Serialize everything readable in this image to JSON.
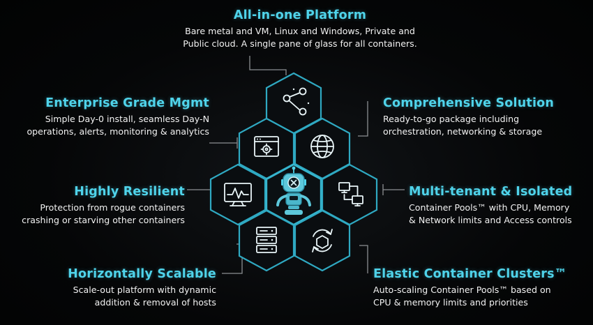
{
  "colors": {
    "accent": "#4fd3ea",
    "hex_stroke": "#2fa9c2",
    "background": "#050607",
    "text": "#f2f2f2"
  },
  "features": {
    "all_in_one": {
      "title": "All-in-one Platform",
      "desc_line1": "Bare metal and VM, Linux and Windows, Private and",
      "desc_line2": "Public cloud. A single pane of glass for all containers.",
      "icon": "share-nodes-icon"
    },
    "enterprise": {
      "title": "Enterprise Grade Mgmt",
      "desc_line1": "Simple Day-0 install, seamless Day-N",
      "desc_line2": "operations, alerts, monitoring & analytics",
      "icon": "settings-window-icon"
    },
    "comprehensive": {
      "title": "Comprehensive Solution",
      "desc_line1": "Ready-to-go package including",
      "desc_line2": "orchestration, networking & storage",
      "icon": "globe-icon"
    },
    "resilient": {
      "title": "Highly Resilient",
      "desc_line1": "Protection from rogue containers",
      "desc_line2": "crashing or starving other containers",
      "icon": "monitor-pulse-icon"
    },
    "multitenant": {
      "title": "Multi-tenant & Isolated",
      "desc_line1": "Container Pools™ with CPU, Memory",
      "desc_line2": "& Network limits and Access controls",
      "icon": "network-monitors-icon"
    },
    "scalable": {
      "title": "Horizontally Scalable",
      "desc_line1": "Scale-out platform with dynamic",
      "desc_line2": "addition & removal of hosts",
      "icon": "server-rack-icon"
    },
    "elastic": {
      "title": "Elastic Container Clusters™",
      "desc_line1": "Auto-scaling Container Pools™ based on",
      "desc_line2": "CPU & memory limits and priorities",
      "icon": "refresh-cycle-icon"
    }
  },
  "center_icon": "robot-icon"
}
